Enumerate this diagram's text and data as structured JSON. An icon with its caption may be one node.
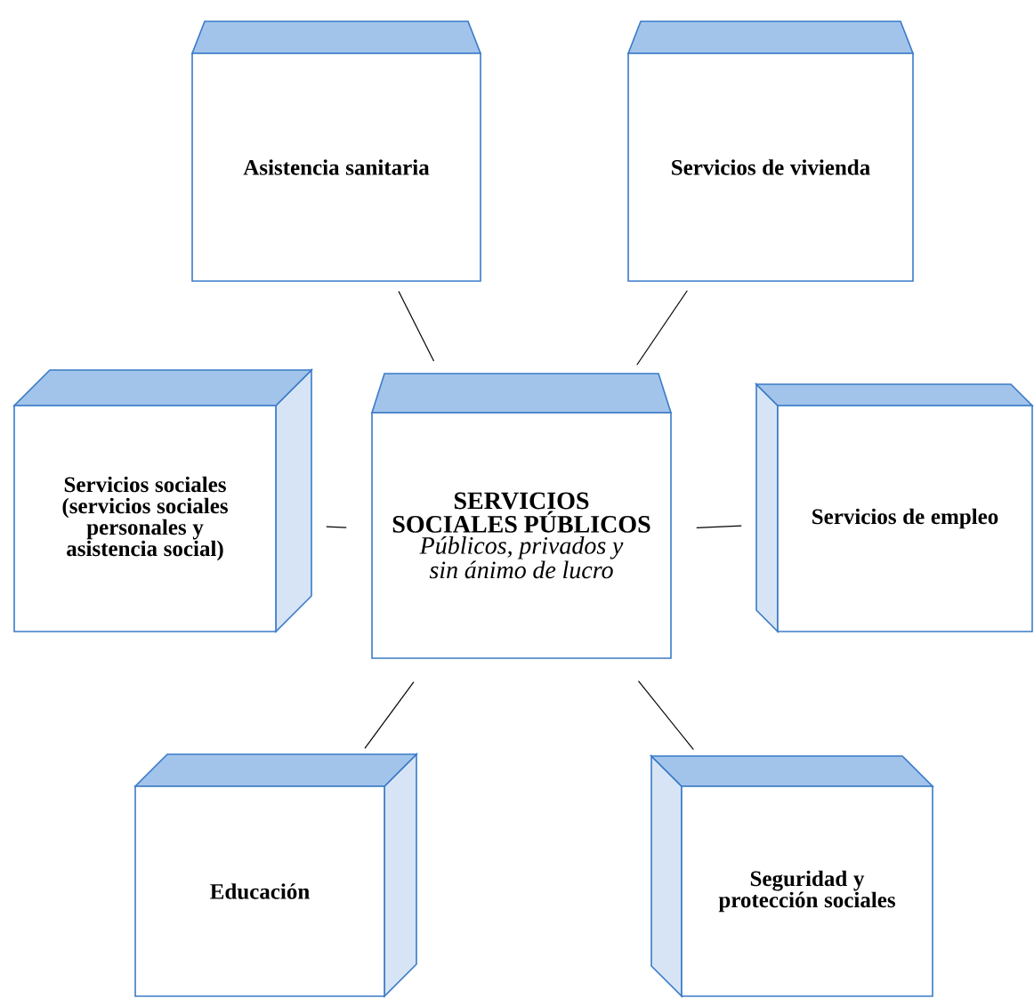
{
  "diagram": {
    "nodes": [
      {
        "text": [
          "SERVICIOS SOCIALES PÚBLICOS",
          "Públicos, privados y sin ánimo de lucro"
        ]
      },
      {
        "text": [
          "Asistencia sanitaria"
        ]
      },
      {
        "text": [
          "Servicios de vivienda"
        ]
      },
      {
        "text": [
          "Servicios sociales (servicios sociales personales y asistencia social)"
        ]
      },
      {
        "text": [
          "Servicios de empleo"
        ]
      },
      {
        "text": [
          "Educación"
        ]
      },
      {
        "text": [
          "Seguridad y protección sociales"
        ]
      }
    ],
    "edges": [
      {
        "from": 0,
        "to": 1,
        "arrow": "none"
      },
      {
        "from": 0,
        "to": 2,
        "arrow": "none"
      },
      {
        "from": 0,
        "to": 3,
        "arrow": "none"
      },
      {
        "from": 0,
        "to": 4,
        "arrow": "none"
      },
      {
        "from": 0,
        "to": 5,
        "arrow": "none"
      },
      {
        "from": 0,
        "to": 6,
        "arrow": "none"
      }
    ]
  }
}
